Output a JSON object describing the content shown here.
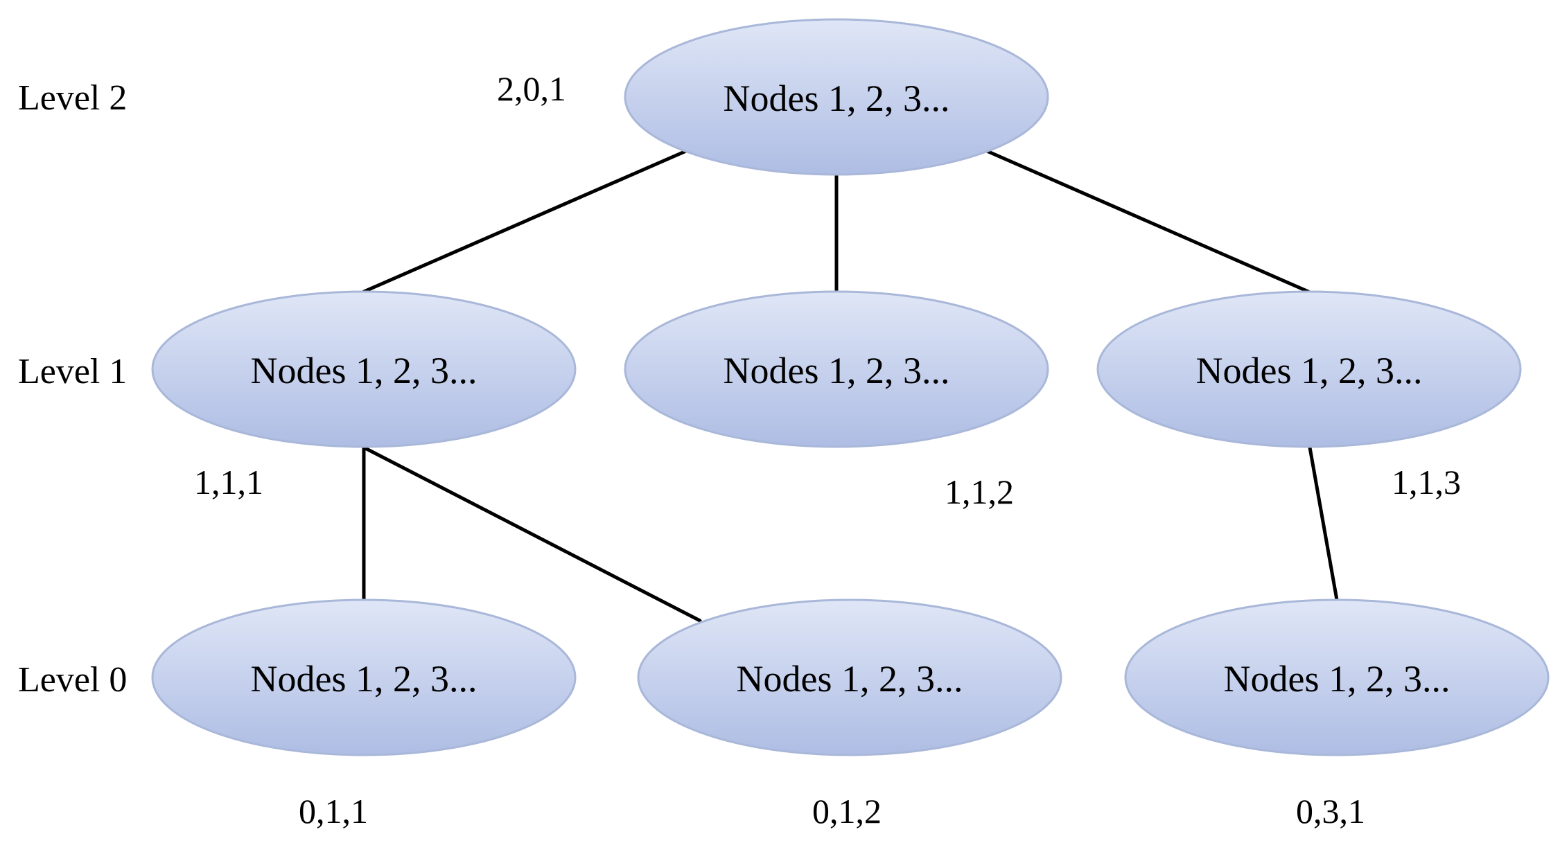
{
  "colors": {
    "node_fill_top": "#dfe6f6",
    "node_fill_bottom": "#aebde4",
    "node_stroke": "#a9b7d9",
    "edge": "#000000",
    "background": "#ffffff"
  },
  "levels": {
    "level2": "Level 2",
    "level1": "Level 1",
    "level0": "Level 0"
  },
  "nodes": {
    "root": {
      "label": "Nodes 1, 2, 3...",
      "id": "2,0,1"
    },
    "l1_left": {
      "label": "Nodes 1, 2, 3...",
      "id": "1,1,1"
    },
    "l1_mid": {
      "label": "Nodes 1, 2, 3...",
      "id": "1,1,2"
    },
    "l1_right": {
      "label": "Nodes 1, 2, 3...",
      "id": "1,1,3"
    },
    "l0_left": {
      "label": "Nodes 1, 2, 3...",
      "id": "0,1,1"
    },
    "l0_mid": {
      "label": "Nodes 1, 2, 3...",
      "id": "0,1,2"
    },
    "l0_right": {
      "label": "Nodes 1, 2, 3...",
      "id": "0,3,1"
    }
  },
  "edges": [
    {
      "from": "root",
      "to": "l1_left"
    },
    {
      "from": "root",
      "to": "l1_mid"
    },
    {
      "from": "root",
      "to": "l1_right"
    },
    {
      "from": "l1_left",
      "to": "l0_left"
    },
    {
      "from": "l1_left",
      "to": "l0_mid"
    },
    {
      "from": "l1_right",
      "to": "l0_right"
    }
  ]
}
